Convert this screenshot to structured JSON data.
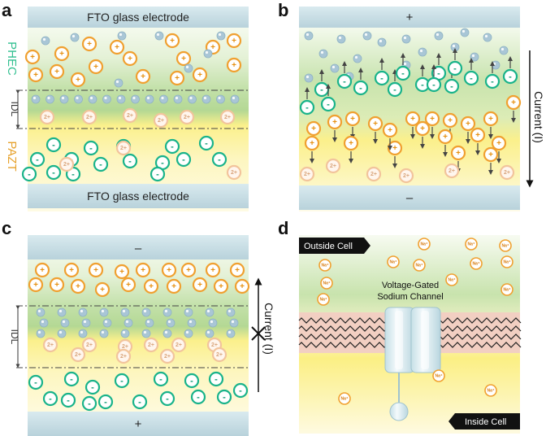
{
  "panels": {
    "a": {
      "label": "a",
      "top_electrode": "FTO glass electrode",
      "bottom_electrode": "FTO glass electrode",
      "top_material": "PHEC",
      "bottom_material": "PAZT",
      "idl": "IDL"
    },
    "b": {
      "label": "b",
      "top_sign": "+",
      "bottom_sign": "–",
      "current": "Current (I)"
    },
    "c": {
      "label": "c",
      "top_sign": "–",
      "bottom_sign": "+",
      "idl": "IDL",
      "current": "Current (I)"
    },
    "d": {
      "label": "d",
      "outside": "Outside Cell",
      "inside": "Inside Cell",
      "channel_line1": "Voltage-Gated",
      "channel_line2": "Sodium Channel"
    }
  },
  "ion_labels": {
    "cation": "+",
    "anion": "-",
    "divalent": "2+",
    "sodium": "Na⁺"
  },
  "colors": {
    "cation_ring": "#f0a030",
    "anion_ring": "#19b38a",
    "divalent_ring": "#f2c49c",
    "small_ion": "#a9c6d6",
    "electrode": "#c9dfe6",
    "green_layer": "#b9dca0",
    "yellow_layer": "#fcf39a"
  }
}
